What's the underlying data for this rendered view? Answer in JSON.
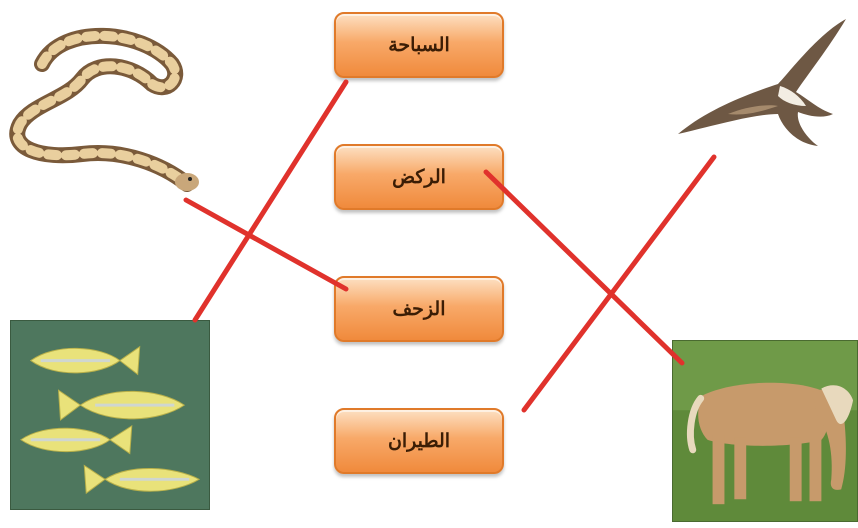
{
  "words": {
    "swimming": "السباحة",
    "running": "الركض",
    "crawling": "الزحف",
    "flying": "الطيران"
  },
  "animals": [
    "snake",
    "bird",
    "fish",
    "horse"
  ],
  "matches": [
    {
      "animal": "snake",
      "word": "crawling"
    },
    {
      "animal": "fish",
      "word": "swimming"
    },
    {
      "animal": "bird",
      "word": "flying"
    },
    {
      "animal": "horse",
      "word": "running"
    }
  ],
  "colors": {
    "line": "#e0322c",
    "box_border": "#e07a2a",
    "box_fill": "#f8a969",
    "box_text": "#3b1d05"
  }
}
